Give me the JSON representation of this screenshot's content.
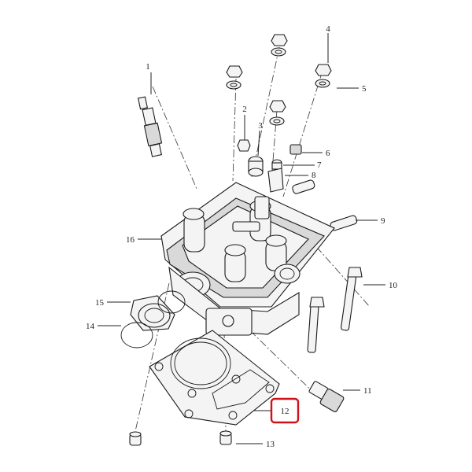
{
  "diagram": {
    "labels": {
      "p1": "1",
      "p2": "2",
      "p3": "3",
      "p4": "4",
      "p5": "5",
      "p6": "6",
      "p7": "7",
      "p8": "8",
      "p9": "9",
      "p10": "10",
      "p11": "11",
      "p12": "12",
      "p13": "13",
      "p14": "14",
      "p15": "15",
      "p16": "16"
    },
    "highlighted": "12",
    "highlight_color": "#d1101c"
  }
}
